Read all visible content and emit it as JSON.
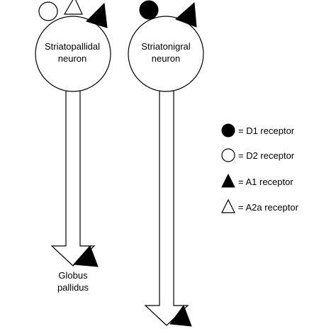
{
  "colors": {
    "stroke": "#000000",
    "fill_dark": "#000000",
    "fill_light": "#ffffff",
    "background": "#ffffff"
  },
  "neurons": [
    {
      "name_line1": "Striatopallidal",
      "name_line2": "neuron",
      "target_line1": "Globus",
      "target_line2": "pallidus"
    },
    {
      "name_line1": "Striatonigral",
      "name_line2": "neuron"
    }
  ],
  "legend": {
    "items": [
      {
        "symbol": "filled-circle-icon",
        "label": "= D1 receptor"
      },
      {
        "symbol": "open-circle-icon",
        "label": "= D2 receptor"
      },
      {
        "symbol": "filled-triangle-icon",
        "label": "= A1 receptor"
      },
      {
        "symbol": "open-triangle-icon",
        "label": "= A2a receptor"
      }
    ]
  }
}
